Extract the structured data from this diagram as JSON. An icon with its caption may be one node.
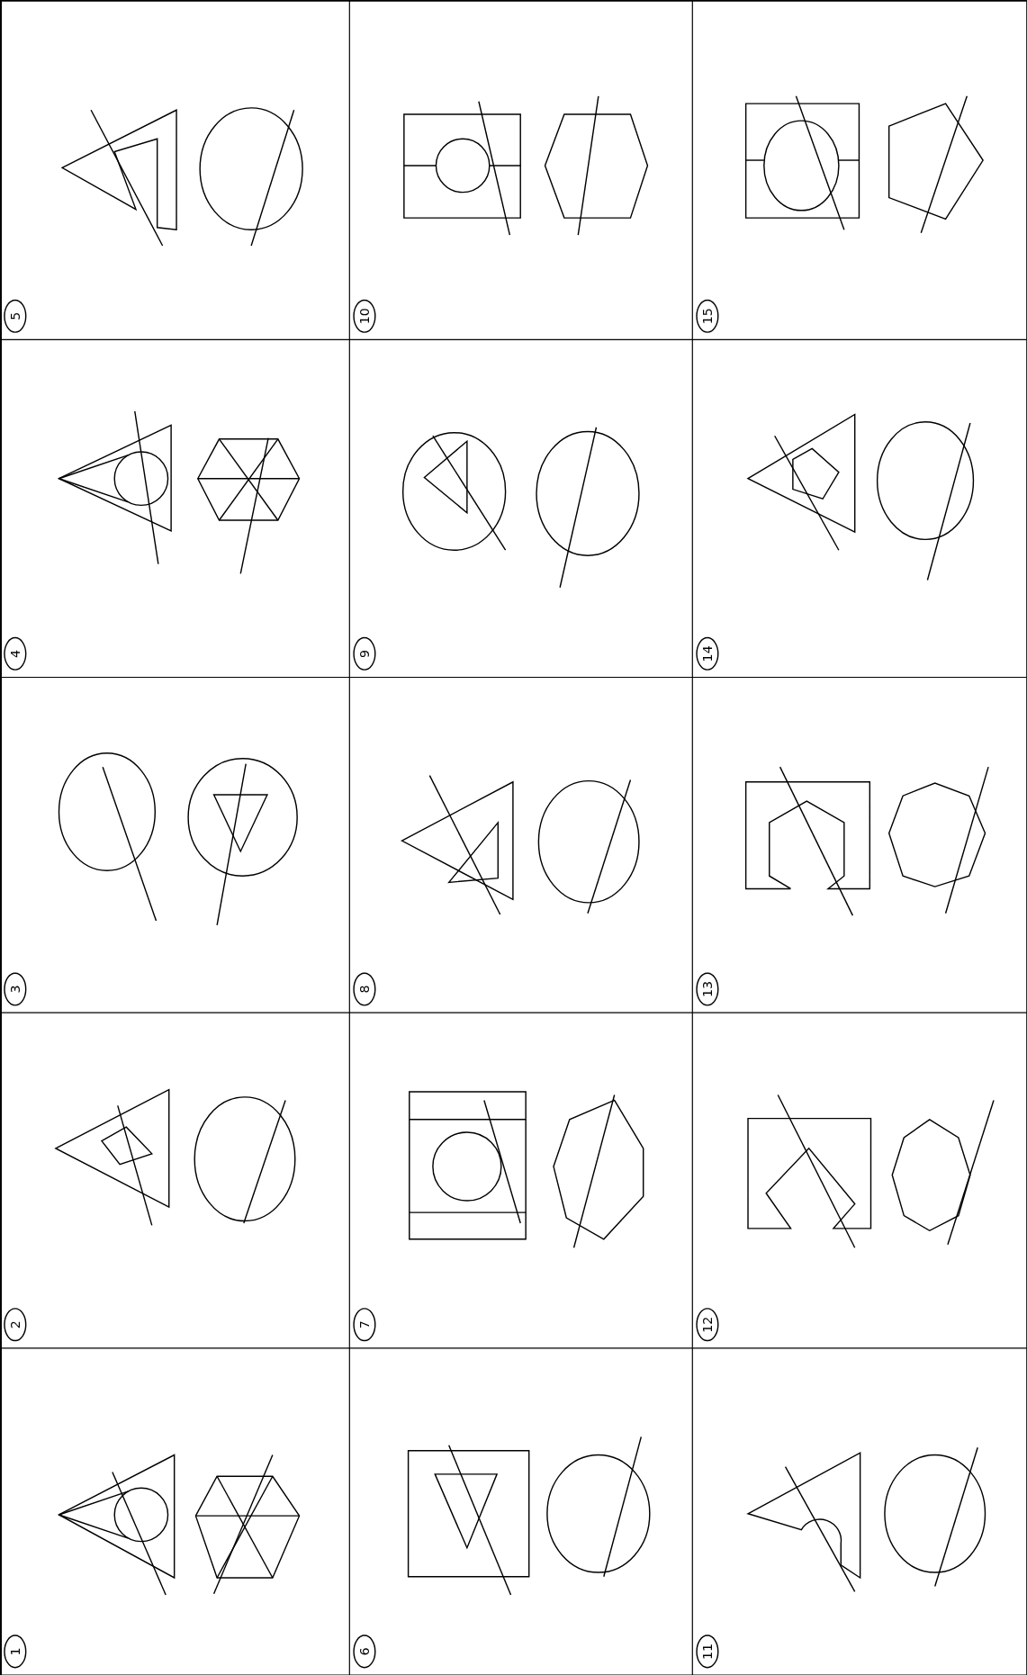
{
  "diagram": {
    "labels": [
      "5",
      "10",
      "15",
      "4",
      "9",
      "14",
      "3",
      "8",
      "13",
      "2",
      "7",
      "12",
      "1",
      "6",
      "11"
    ]
  }
}
